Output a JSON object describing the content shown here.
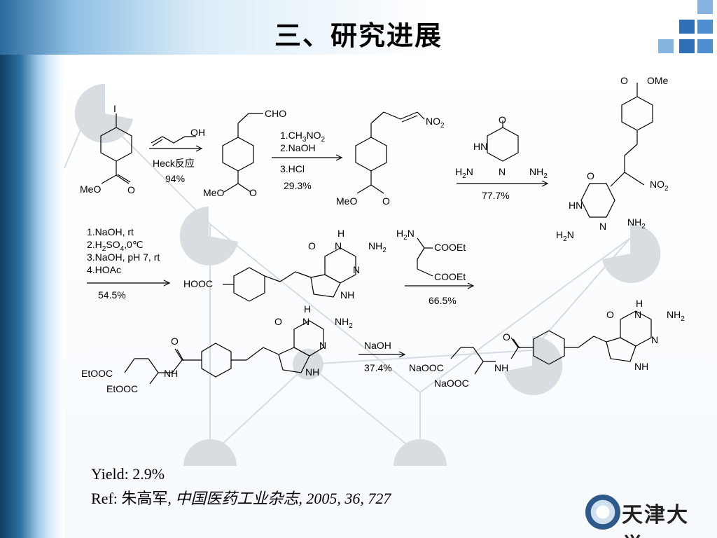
{
  "slide": {
    "title": "三、研究进展",
    "footer": {
      "yield": "Yield: 2.9%",
      "ref_label": "Ref:",
      "ref_author": "朱高军,",
      "ref_citation": "中国医药工业杂志, 2005, 36, 727"
    },
    "logo_text": "天津大学"
  },
  "scheme": {
    "step1": {
      "reagent": "OH",
      "condition": "Heck反应",
      "yield": "94%"
    },
    "step2": {
      "reagent1": "1.CH",
      "reagent1_sub": "3",
      "reagent1_tail": "NO",
      "reagent1_sub2": "2",
      "reagent2": "2.NaOH",
      "reagent3": "3.HCl",
      "yield": "29.3%"
    },
    "step3": {
      "yield": "77.7%"
    },
    "step4": {
      "cond1": "1.NaOH, rt",
      "cond2_a": "2.H",
      "cond2_b": "2",
      "cond2_c": "SO",
      "cond2_d": "4",
      "cond2_e": ",0℃",
      "cond3": "3.NaOH, pH 7, rt",
      "cond4": "4.HOAc",
      "yield": "54.5%"
    },
    "step5": {
      "yield": "66.5%"
    },
    "step6": {
      "reagent": "NaOH",
      "yield": "37.4%"
    },
    "labels": {
      "I": "I",
      "MeO": "MeO",
      "O": "O",
      "CHO": "CHO",
      "NO2": "NO",
      "sub2": "2",
      "OMe": "OMe",
      "HN": "HN",
      "NH": "NH",
      "H": "H",
      "N": "N",
      "NH2": "NH",
      "H2N": "H",
      "HOOC": "HOOC",
      "COOEt": "COOEt",
      "EtOOC": "EtOOC",
      "NaOOC": "NaOOC"
    }
  }
}
